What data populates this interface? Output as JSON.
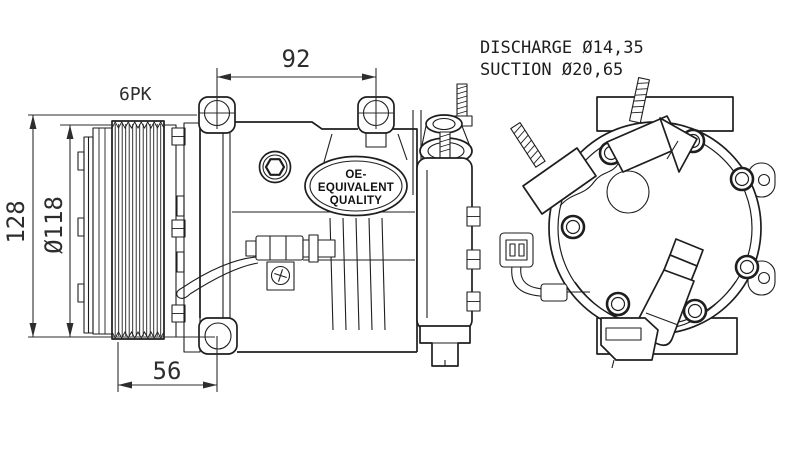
{
  "canvas": {
    "background": "#ffffff",
    "line_color": "#1e1e1e",
    "dimension_color": "#2d2d2d"
  },
  "drawing": {
    "subject": "AC compressor technical drawing, side view and rear view",
    "views": [
      "side-view",
      "rear-view"
    ]
  },
  "port_labels": {
    "discharge": "DISCHARGE Ø14,35",
    "suction": "SUCTION Ø20,65"
  },
  "dimensions": {
    "belt_type": "6PK",
    "mount_span": "92",
    "overall_height": "128",
    "pulley_diameter": "Ø118",
    "pulley_width": "56"
  },
  "badge": {
    "line1": "OE-",
    "line2": "EQUIVALENT",
    "line3": "QUALITY"
  }
}
